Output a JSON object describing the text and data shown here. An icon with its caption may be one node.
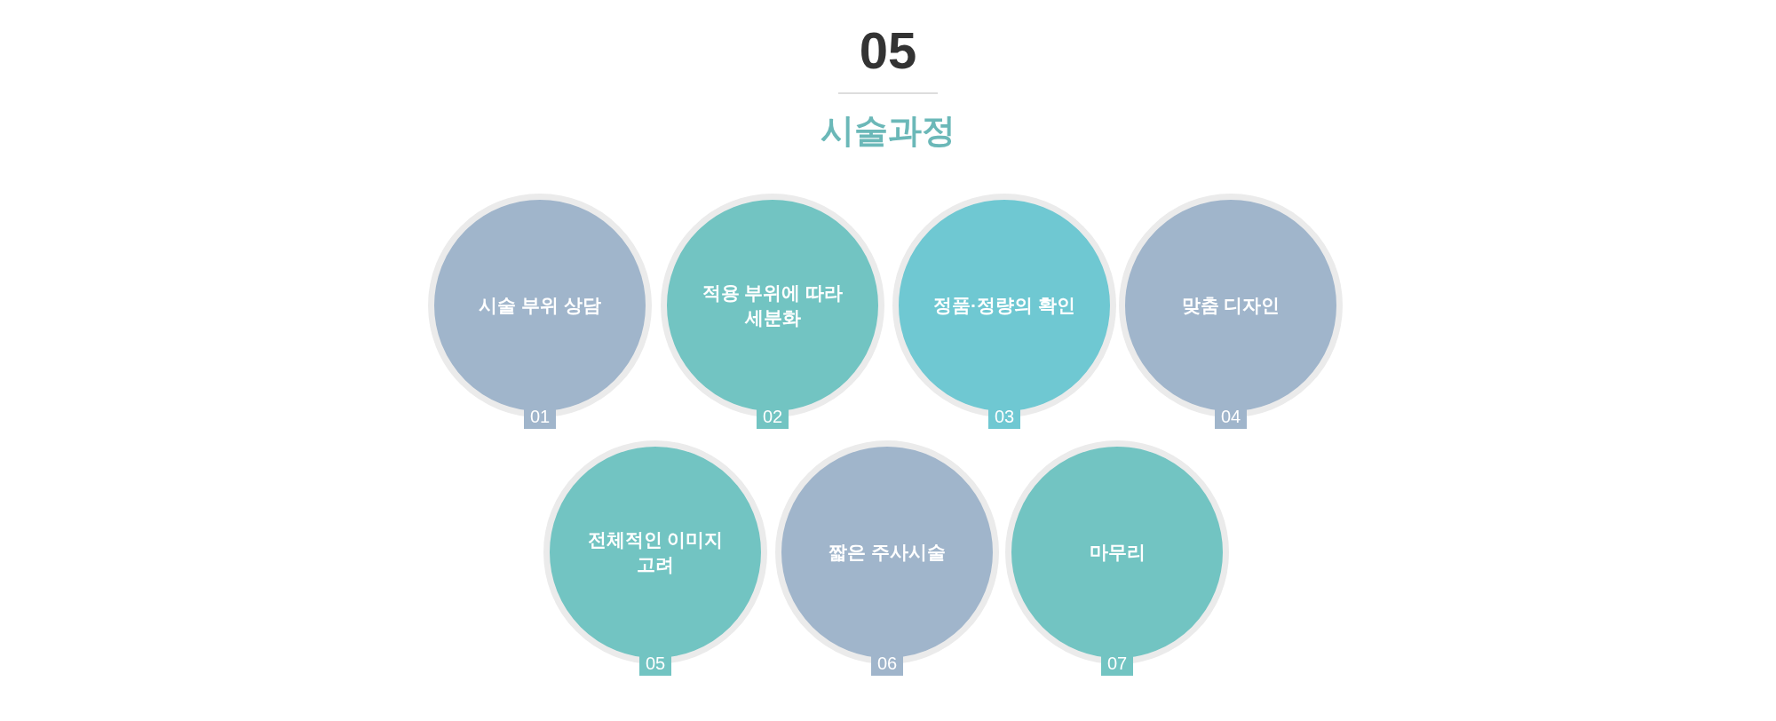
{
  "diagram": {
    "title": "시술과정",
    "nodes": [
      {
        "text": [
          "시술 부위 상담",
          "01"
        ]
      },
      {
        "text": [
          "적용 부위에 따라 세분화",
          "02"
        ]
      },
      {
        "text": [
          "정품·정량의 확인",
          "03"
        ]
      },
      {
        "text": [
          "맞춤 디자인",
          "04"
        ]
      },
      {
        "text": [
          "전체적인 이미지 고려",
          "05"
        ]
      },
      {
        "text": [
          "짧은 주사시술",
          "06"
        ]
      },
      {
        "text": [
          "마무리",
          "07"
        ]
      }
    ],
    "labels": [
      "05"
    ]
  }
}
